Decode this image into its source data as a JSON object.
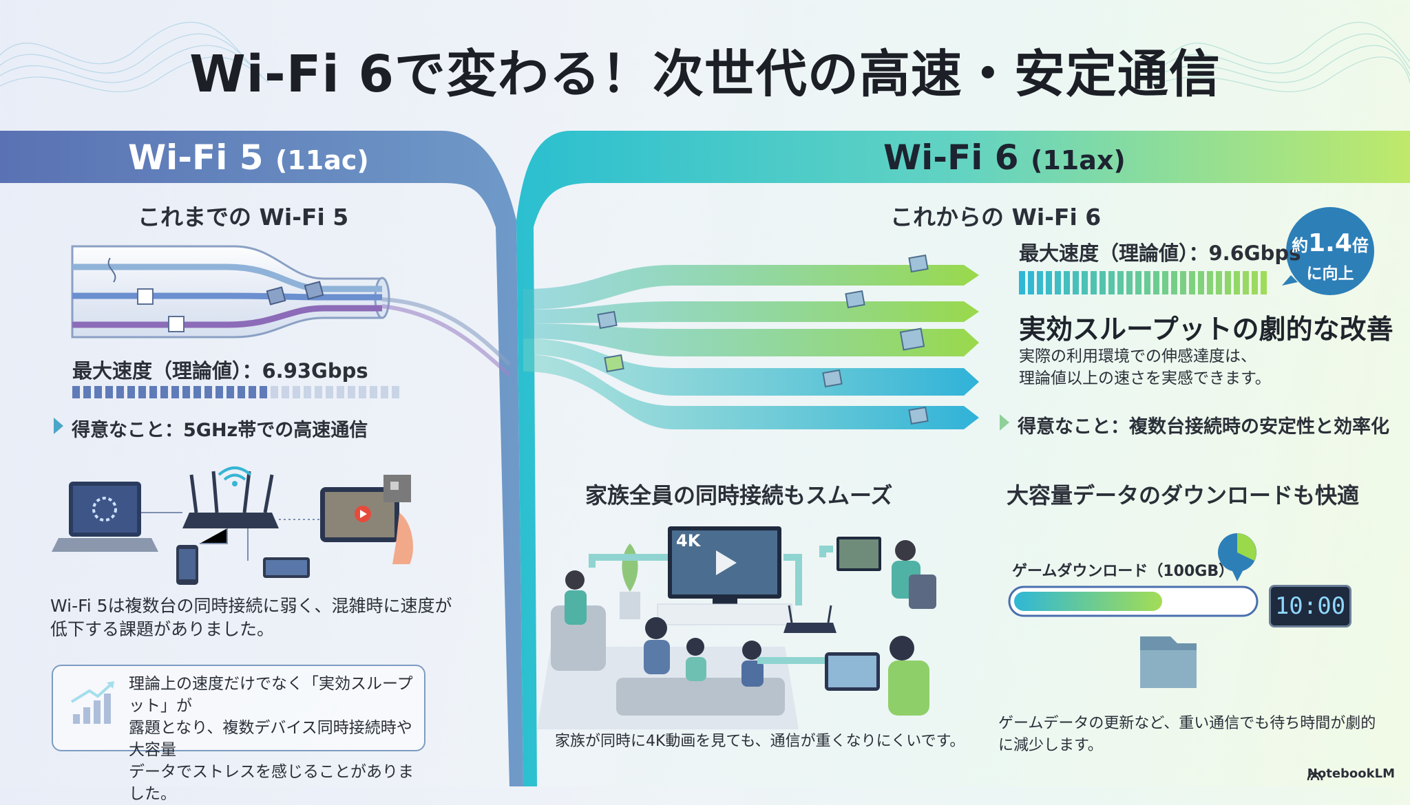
{
  "title": "Wi-Fi 6で変わる！次世代の高速・安定通信",
  "left": {
    "band_main": "Wi-Fi 5",
    "band_sub": "(11ac)",
    "heading": "これまでの Wi-Fi 5",
    "speed_label": "最大速度（理論値）：6.93Gbps",
    "speed_level": 0.6,
    "strength": "得意なこと：5GHz帯での高速通信",
    "issue_line1": "Wi-Fi 5は複数台の同時接続に弱く、混雑時に速度が",
    "issue_line2": "低下する課題がありました。",
    "callout_line1": "理論上の速度だけでなく「実効スループット」が",
    "callout_line2": "露題となり、複数デバイス同時接続時や大容量",
    "callout_line3": "データでストレスを感じることがありました。"
  },
  "right": {
    "band_main": "Wi-Fi 6",
    "band_sub": "(11ax)",
    "heading": "これからの Wi-Fi 6",
    "speed_label": "最大速度（理論値）：9.6Gbps",
    "speed_level": 1.0,
    "badge_line1_prefix": "約",
    "badge_line1_num": "1.4",
    "badge_line1_suffix": "倍",
    "badge_line2": "に向上",
    "throughput_heading": "実効スループットの劇的な改善",
    "throughput_line1": "実際の利用環境での伸感達度は、",
    "throughput_line2": "理論値以上の速さを実感できます。",
    "strength": "得意なこと：複数台接続時の安定性と効率化",
    "family_heading": "家族全員の同時接続もスムーズ",
    "family_caption": "家族が同時に4K動画を見ても、通信が重くなりにくいです。",
    "tv_label": "4K",
    "download_heading": "大容量データのダウンロードも快適",
    "download_label": "ゲームダウンロード（100GB）",
    "download_progress": 0.62,
    "clock": "10:00",
    "download_caption_line1": "ゲームデータの更新など、重い通信でも待ち時間が劇的",
    "download_caption_line2": "に減少します。"
  },
  "brand": "NotebookLM",
  "colors": {
    "left_band": "#5f7bb8",
    "right_band_start": "#2bbfd0",
    "right_band_end": "#b8e86a",
    "teal": "#3bb6c8",
    "green": "#9ad94a",
    "badge": "#2d7fb8"
  }
}
